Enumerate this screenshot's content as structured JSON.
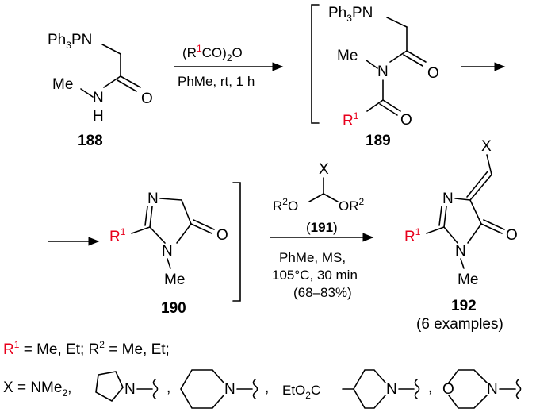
{
  "compounds": {
    "c188": {
      "label": "188",
      "ph3pn": "Ph",
      "ph3pn_sub": "3",
      "ph3pn_tail": "PN",
      "me": "Me",
      "n": "N",
      "h": "H",
      "o": "O"
    },
    "c189": {
      "label": "189",
      "ph3pn": "Ph",
      "ph3pn_sub": "3",
      "ph3pn_tail": "PN",
      "me": "Me",
      "n": "N",
      "o1": "O",
      "o2": "O",
      "r": "R",
      "r_sup": "1"
    },
    "c190": {
      "label": "190",
      "n_ring": "N",
      "n_me": "N",
      "me": "Me",
      "o": "O",
      "r": "R",
      "r_sup": "1"
    },
    "c191": {
      "label": "191",
      "x": "X",
      "r2_left": "R",
      "r2_left_sup": "2",
      "o_left": "O",
      "o_right": "OR",
      "r2_right_sup": "2"
    },
    "c192": {
      "label": "192",
      "examples": "(6 examples)",
      "x": "X",
      "n_ring": "N",
      "n_me": "N",
      "me": "Me",
      "o": "O",
      "r": "R",
      "r_sup": "1"
    }
  },
  "reactions": {
    "step1": {
      "reagent_pre": "(R",
      "reagent_sup": "1",
      "reagent_mid": "CO)",
      "reagent_sub": "2",
      "reagent_post": "O",
      "conditions": "PhMe, rt, 1 h"
    },
    "step2": {
      "reagent_open": "(",
      "reagent_label": "191",
      "reagent_close": ")",
      "cond1": "PhMe, MS,",
      "cond2": "105°C, 30 min",
      "yield": "(68–83%)"
    }
  },
  "footnote": {
    "line1": {
      "r1": "R",
      "r1_sup": "1",
      "text1": " = Me, Et; ",
      "r2": "R",
      "r2_sup": "2",
      "text2": " = Me, Et;"
    },
    "line2": {
      "x_prefix": "X = NMe",
      "x_sub": "2",
      "x_comma": ",",
      "sep": ",",
      "ester": "EtO",
      "ester_sub": "2",
      "ester_tail": "C",
      "n": "N",
      "o": "O"
    }
  },
  "colors": {
    "r_group": "#e8001c"
  }
}
